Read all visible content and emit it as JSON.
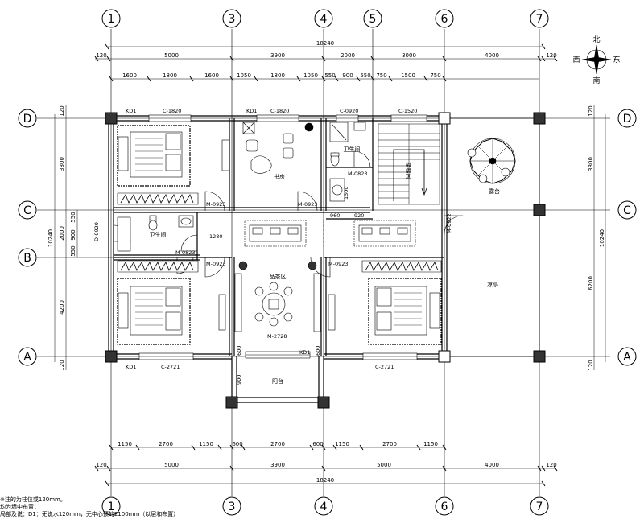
{
  "axes": {
    "col": [
      {
        "label": "1"
      },
      {
        "label": "3"
      },
      {
        "label": "4"
      },
      {
        "label": "5"
      },
      {
        "label": "6"
      },
      {
        "label": "7"
      }
    ],
    "row": [
      {
        "label": "D"
      },
      {
        "label": "C"
      },
      {
        "label": "B"
      },
      {
        "label": "A"
      }
    ]
  },
  "dims": {
    "total_top": "18240",
    "total_bottom": "18240",
    "top_row1": [
      "120",
      "5000",
      "3900",
      "2000",
      "3000",
      "4000",
      "120"
    ],
    "top_row2": [
      "1600",
      "1800",
      "1600",
      "1050",
      "1800",
      "1050",
      "550",
      "900",
      "550",
      "750",
      "1500",
      "750"
    ],
    "bottom_row1": [
      "1150",
      "2700",
      "1150",
      "600",
      "2700",
      "600",
      "1150",
      "2700",
      "1150"
    ],
    "bottom_row2": [
      "120",
      "5000",
      "3900",
      "5000",
      "4000",
      "120"
    ],
    "left_total": "10240",
    "left_segments": [
      "120",
      "3800",
      "2000",
      "4200",
      "120"
    ],
    "left_small": [
      "550",
      "900",
      "550"
    ],
    "right_total": "10240",
    "right_segments": [
      "120",
      "3800",
      "6200",
      "120"
    ]
  },
  "rooms": {
    "study": "书房",
    "bath1": "卫生间",
    "bath2": "卫生间",
    "stair": "楼梯间",
    "terrace": "露台",
    "tea": "品茶区",
    "balcony": "阳台",
    "garden": "凉亭"
  },
  "openings": {
    "kd1_a": "KD1",
    "kd1_b": "KD1",
    "kd1_c": "KD1",
    "kd1_d": "KD1",
    "c1820_a": "C-1820",
    "c1820_b": "C-1820",
    "c0920": "C-0920",
    "c1520": "C-1520",
    "c2721_a": "C-2721",
    "c2721_b": "C-2721",
    "m0923_a": "M-0923",
    "m0923_b": "M-0923",
    "m0923_c": "M-0923",
    "m0923_d": "M-0923",
    "m0823_a": "M-0823",
    "m0823_b": "M-0823",
    "m0922": "M-0922",
    "m2728": "M-2728",
    "d0920": "D-0920",
    "dim_960": "960",
    "dim_920": "920",
    "dim_1280": "1280",
    "dim_600a": "600",
    "dim_600b": "600",
    "dim_900": "900",
    "dim_1300": "1300"
  },
  "compass": {
    "north": "北",
    "south": "南",
    "east": "东",
    "west": "西"
  },
  "notes": [
    "※注的为柱位或120mm。",
    "均为墙中布置；",
    "局部及说：D1：无说水120mm，无中心预的2100mm（以层和布置）"
  ]
}
